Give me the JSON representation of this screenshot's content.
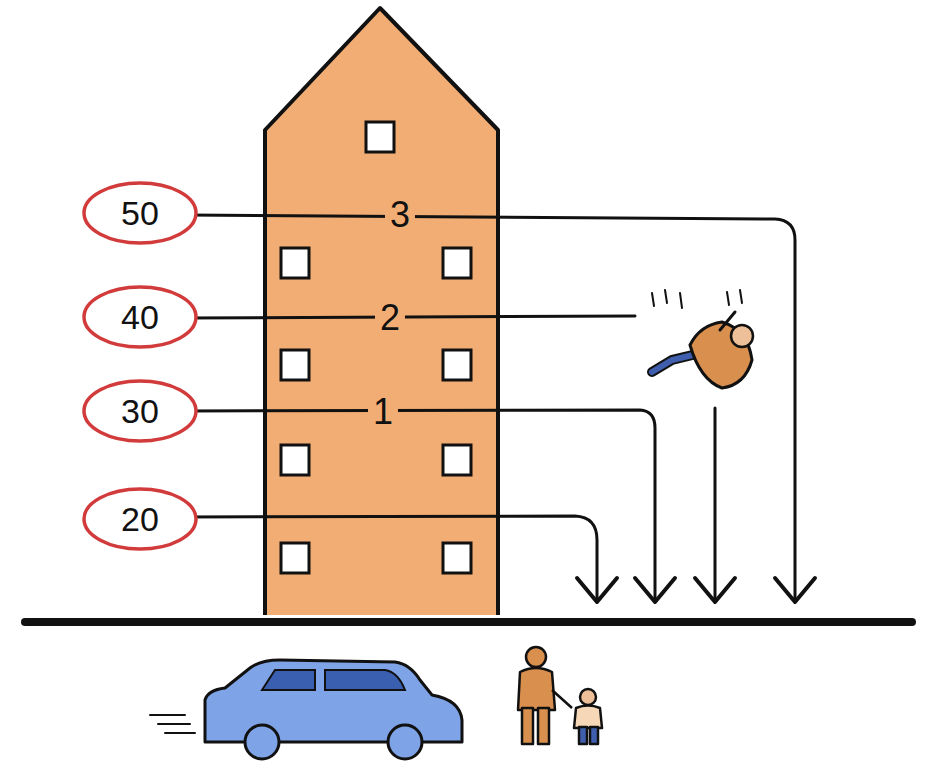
{
  "diagram": {
    "nodes": [
      {
        "text": [
          "50"
        ]
      },
      {
        "text": [
          "40"
        ]
      },
      {
        "text": [
          "30"
        ]
      },
      {
        "text": [
          "20"
        ]
      }
    ],
    "labels": [
      "3",
      "2",
      "1"
    ]
  }
}
